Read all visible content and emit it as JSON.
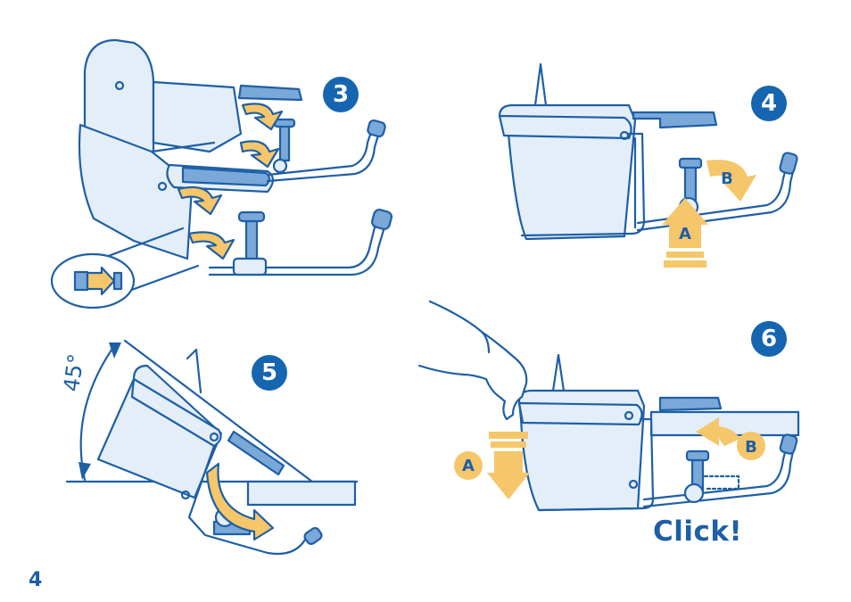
{
  "page": {
    "number": "4"
  },
  "steps": {
    "step3": {
      "number": "3"
    },
    "step4": {
      "number": "4",
      "label_a": "A",
      "label_b": "B"
    },
    "step5": {
      "number": "5",
      "angle": "45°"
    },
    "step6": {
      "number": "6",
      "label_a": "A",
      "label_b": "B",
      "click_text": "Click!"
    }
  },
  "colors": {
    "line": "#1e5fa6",
    "fill_light": "#e4eef8",
    "accent_blue": "#7aa8d8",
    "arrow_yellow": "#f6c66a",
    "number_badge": "#1565b0"
  },
  "icons": [
    "rotate-arrow-icon",
    "push-arrow-icon",
    "angle-arc-icon",
    "hand-icon",
    "clamp-knob-icon"
  ]
}
